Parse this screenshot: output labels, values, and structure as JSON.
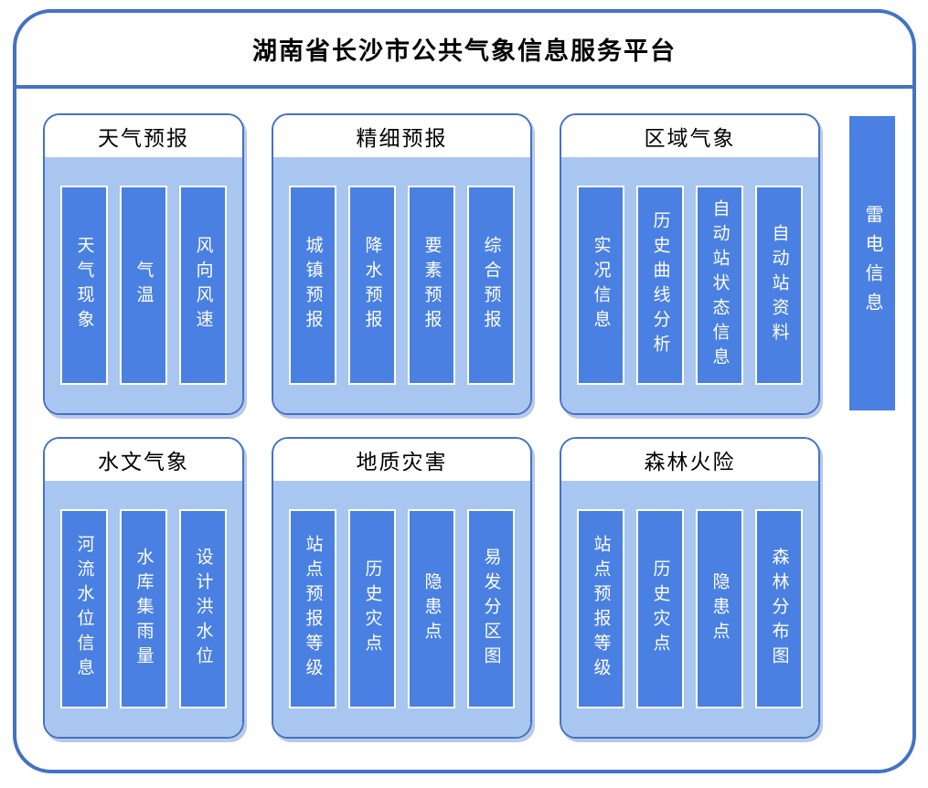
{
  "title": "湖南省长沙市公共气象信息服务平台",
  "groups": [
    {
      "title": "天气预报",
      "items": [
        "天气现象",
        "气温",
        "风向风速"
      ]
    },
    {
      "title": "精细预报",
      "items": [
        "城镇预报",
        "降水预报",
        "要素预报",
        "综合预报"
      ]
    },
    {
      "title": "区域气象",
      "items": [
        "实况信息",
        "历史曲线分析",
        "自动站状态信息",
        "自动站资料"
      ]
    },
    {
      "title": "水文气象",
      "items": [
        "河流水位信息",
        "水库集雨量",
        "设计洪水位"
      ]
    },
    {
      "title": "地质灾害",
      "items": [
        "站点预报等级",
        "历史灾点",
        "隐患点",
        "易发分区图"
      ]
    },
    {
      "title": "森林火险",
      "items": [
        "站点预报等级",
        "历史灾点",
        "隐患点",
        "森林分布图"
      ]
    }
  ],
  "side_bar": {
    "label": "雷电信息"
  },
  "colors": {
    "frame_border": "#4472C4",
    "panel_border": "#4472C4",
    "panel_fill": "#A9C6F0",
    "bar_fill": "#4A80E2",
    "bar_text": "#FFFFFF",
    "title_text": "#000000"
  }
}
